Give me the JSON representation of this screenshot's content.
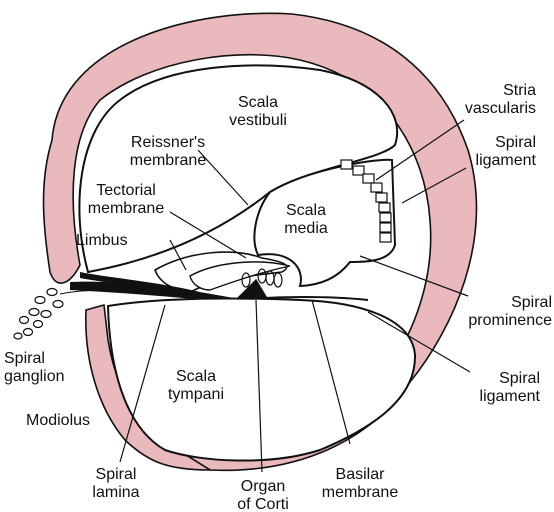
{
  "colors": {
    "bone": "#e9b9bd",
    "line": "#111111",
    "background": "#ffffff"
  },
  "labels": {
    "scala_vestibuli": [
      "Scala",
      "vestibuli"
    ],
    "stria_vascularis": [
      "Stria",
      "vascularis"
    ],
    "spiral_ligament_upper": [
      "Spiral",
      "ligament"
    ],
    "reissners_membrane": [
      "Reissner's",
      "membrane"
    ],
    "tectorial_membrane": [
      "Tectorial",
      "membrane"
    ],
    "scala_media": [
      "Scala",
      "media"
    ],
    "limbus": "Limbus",
    "spiral_prominence": [
      "Spiral",
      "prominence"
    ],
    "spiral_ganglion": [
      "Spiral",
      "ganglion"
    ],
    "scala_tympani": [
      "Scala",
      "tympani"
    ],
    "spiral_ligament_lower": [
      "Spiral",
      "ligament"
    ],
    "modiolus": "Modiolus",
    "spiral_lamina": [
      "Spiral",
      "lamina"
    ],
    "organ_of_corti": [
      "Organ",
      "of Corti"
    ],
    "basilar_membrane": [
      "Basilar",
      "membrane"
    ]
  }
}
